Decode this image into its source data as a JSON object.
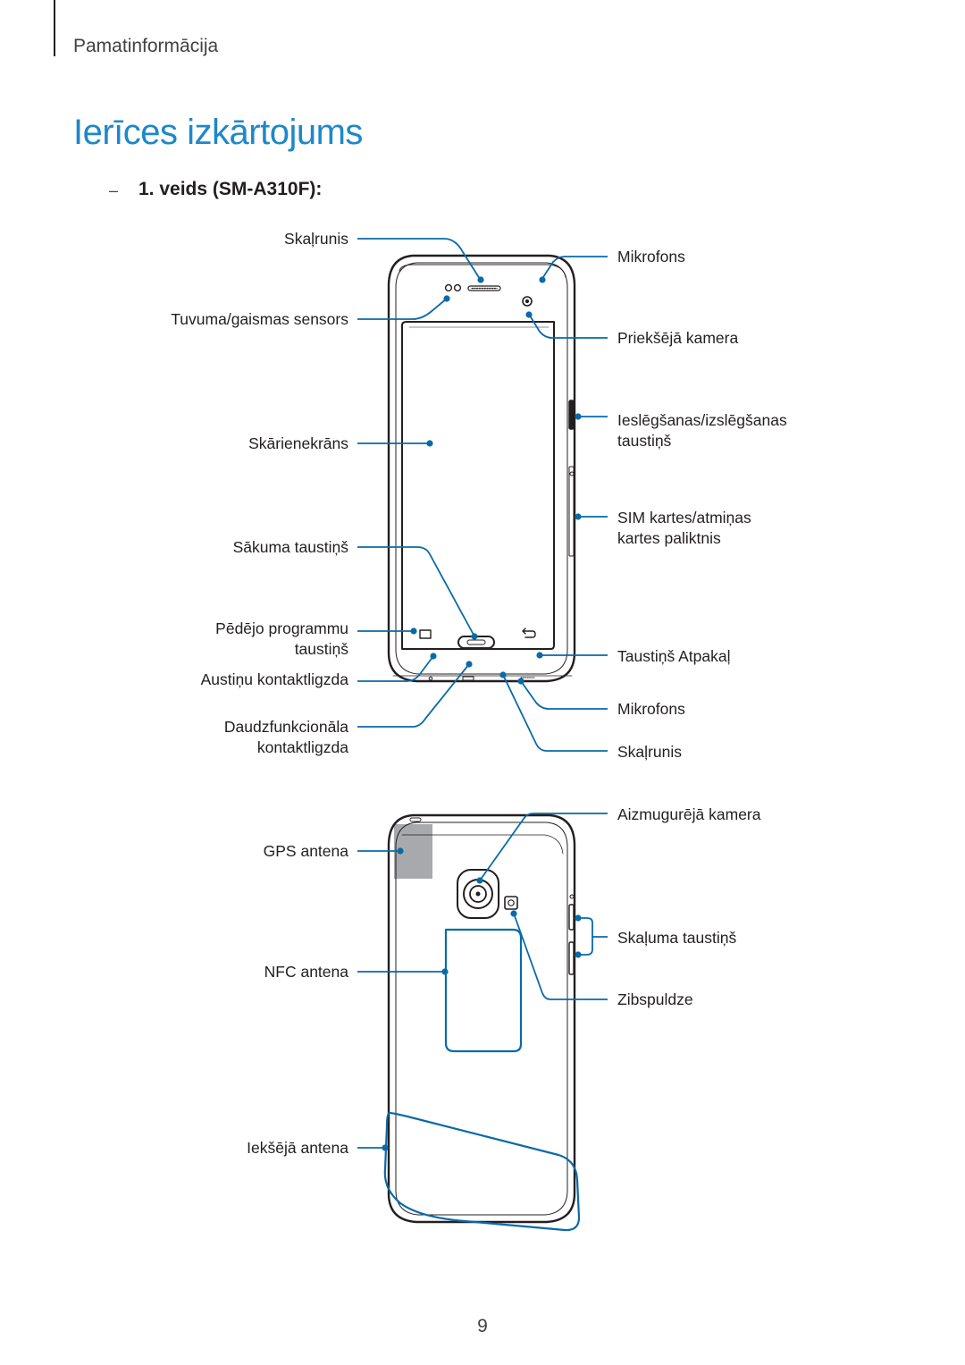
{
  "header": {
    "running_head": "Pamatinformācija"
  },
  "page": {
    "title": "Ierīces izkārtojums",
    "section_dash": "–",
    "section_heading": "1. veids (SM-A310F):",
    "page_number": "9"
  },
  "front_view": {
    "left_labels": {
      "speaker_top": "Skaļrunis",
      "proximity_sensor": "Tuvuma/gaismas sensors",
      "touchscreen": "Skārienekrāns",
      "home_key": "Sākuma taustiņš",
      "recent_key": [
        "Pēdējo programmu",
        "taustiņš"
      ],
      "earphone_jack": "Austiņu kontaktligzda",
      "multipurpose_jack": [
        "Daudzfunkcionāla",
        "kontaktligzda"
      ]
    },
    "right_labels": {
      "mic_top": "Mikrofons",
      "front_camera": "Priekšējā kamera",
      "power_key": [
        "Ieslēgšanas/izslēgšanas",
        "taustiņš"
      ],
      "sim_tray": [
        "SIM kartes/atmiņas",
        "kartes paliktnis"
      ],
      "back_key": "Taustiņš Atpakaļ",
      "mic_bottom": "Mikrofons",
      "speaker_bottom": "Skaļrunis"
    }
  },
  "rear_view": {
    "left_labels": {
      "gps_antenna": "GPS antena",
      "nfc_antenna": "NFC antena",
      "internal_antenna": "Iekšējā antena"
    },
    "right_labels": {
      "rear_camera": "Aizmugurējā kamera",
      "volume_key": "Skaļuma taustiņš",
      "flash": "Zibspuldze"
    }
  },
  "colors": {
    "accent": "#1e88c8",
    "callout": "#0a6aa8",
    "gps_area": "#a7a9ac",
    "ink": "#231f20"
  }
}
